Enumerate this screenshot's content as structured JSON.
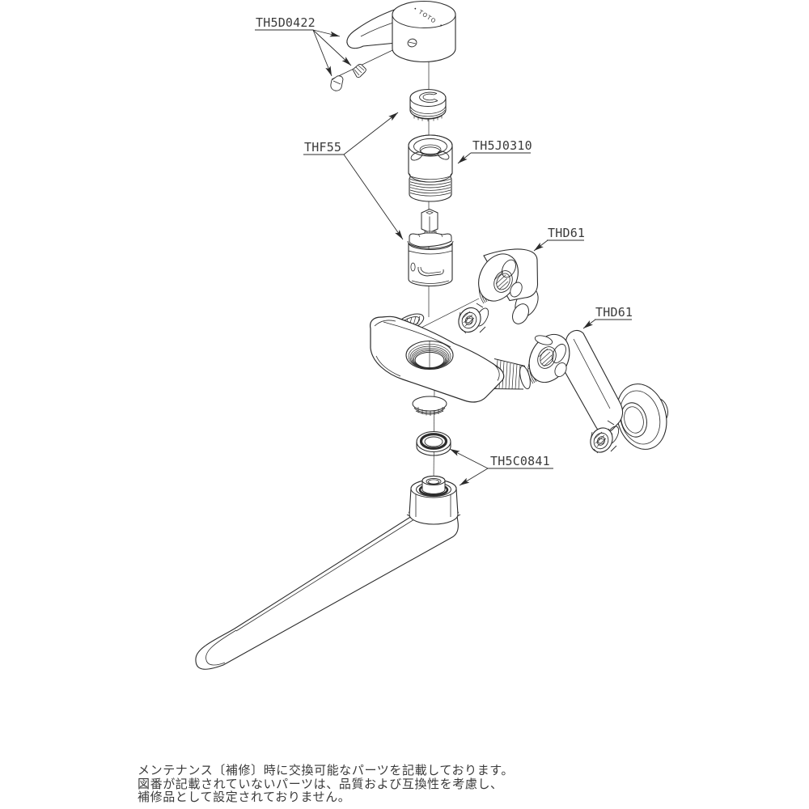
{
  "diagram": {
    "brand_mark": "TOTO",
    "labels": {
      "handle": "TH5D0422",
      "cartridge": "THF55",
      "guide": "TH5J0310",
      "crank_upper": "THD61",
      "crank_lower": "THD61",
      "spout_seal": "TH5C0841"
    },
    "footnote": {
      "lines": [
        "メンテナンス〔補修〕時に交換可能なパーツを記載しております。",
        "図番が記載されていないパーツは、品質および互換性を考慮し、",
        "補修品として設定されておりません。"
      ]
    },
    "colors": {
      "line": "#2b2b2b",
      "label_text": "#3a3a3a",
      "background": "#ffffff"
    }
  }
}
